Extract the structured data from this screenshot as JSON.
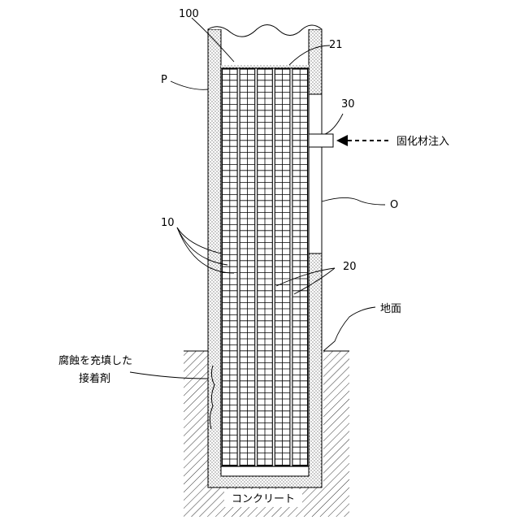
{
  "labels": {
    "ref_100": "100",
    "ref_21": "21",
    "ref_P": "P",
    "ref_30": "30",
    "ref_O": "O",
    "ref_10": "10",
    "ref_20": "20",
    "inject_label": "固化材注入",
    "ground_label": "地面",
    "adhesive_label_line1": "腐蝕を充填した",
    "adhesive_label_line2": "接着剤",
    "concrete_label": "コンクリート"
  },
  "colors": {
    "line": "#000000",
    "background": "#ffffff",
    "stipple": "#000000"
  }
}
